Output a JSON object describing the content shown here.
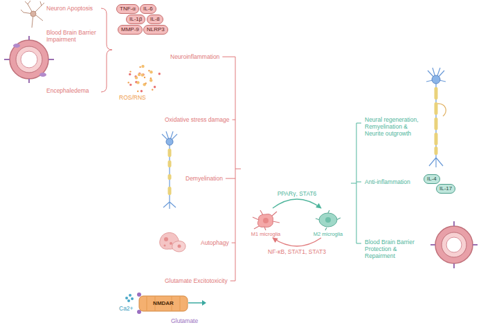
{
  "diagram": {
    "nodes": [
      {
        "text": [
          "TNF-α"
        ]
      },
      {
        "text": [
          "IL-6"
        ]
      },
      {
        "text": [
          "IL-1β"
        ]
      },
      {
        "text": [
          "IL-8"
        ]
      },
      {
        "text": [
          "MMP-9"
        ]
      },
      {
        "text": [
          "NLRP3"
        ]
      },
      {
        "text": [
          "M1 microglia"
        ]
      },
      {
        "text": [
          "M2 microglia"
        ]
      },
      {
        "text": [
          "IL-4"
        ]
      },
      {
        "text": [
          "IL-17"
        ]
      },
      {
        "text": [
          "NMDAR"
        ]
      }
    ],
    "edges": [
      {
        "from": 6,
        "to": 7,
        "arrow": "to",
        "label": "PPARγ, STAT6"
      },
      {
        "from": 7,
        "to": 6,
        "arrow": "to",
        "label": "NF-κB, STAT1, STAT3"
      }
    ],
    "labels": [
      "Neuron Apoptosis",
      "Blood Brain Barrier Impairment",
      "Encephaledema",
      "Neuroinflammation",
      "ROS/RNS",
      "Oxidative stress damage",
      "Demyelination",
      "Autophagy",
      "Glutamate Excitotoxicity",
      "Ca2+",
      "Glutamate",
      "Neural regeneration, Remyelination & Neurite outgrowth",
      "Anti-inflammation",
      "Blood Brain Barrier Protection & Repairment"
    ]
  }
}
